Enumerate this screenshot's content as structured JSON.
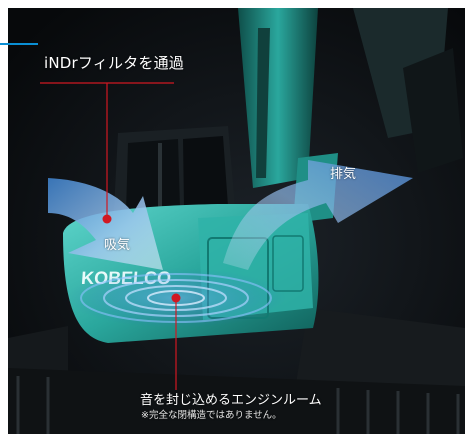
{
  "labels": {
    "filter": "iNDrフィルタを通過",
    "exhaust": "排気",
    "intake": "吸気",
    "engine_room": "音を封じ込めるエンジンルーム",
    "note": "※完全な閉構造ではありません。"
  },
  "colors": {
    "background": "#0b0e12",
    "machine_teal": "#2fb7ad",
    "arrow_blue": "#9fc7ee",
    "callout_red": "#d01822",
    "accent_blue": "#0a8fd4"
  }
}
